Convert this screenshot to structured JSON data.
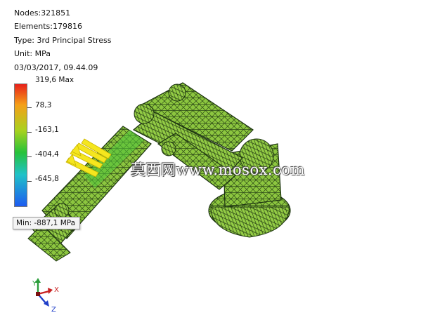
{
  "info": {
    "nodes": "Nodes:321851",
    "elements": "Elements:179816",
    "type": "Type: 3rd Principal Stress",
    "unit": "Unit: MPa",
    "datetime": "03/03/2017, 09.44.09"
  },
  "legend": {
    "max_label": "319,6 Max",
    "levels": [
      "78,3",
      "-163,1",
      "-404,4",
      "-645,8",
      "-887,1"
    ],
    "min_label": "Min: -887,1 MPa",
    "colors": [
      "#e8201a",
      "#f5a018",
      "#a8d21f",
      "#26c23a",
      "#20c2c8",
      "#1d5bf0"
    ]
  },
  "mesh_color": "#8cc63f",
  "load_arrow_color": "#f5e61e",
  "watermark": "莫西网www.mosox.com",
  "triad": {
    "x": "X",
    "y": "Y",
    "z": "Z"
  }
}
